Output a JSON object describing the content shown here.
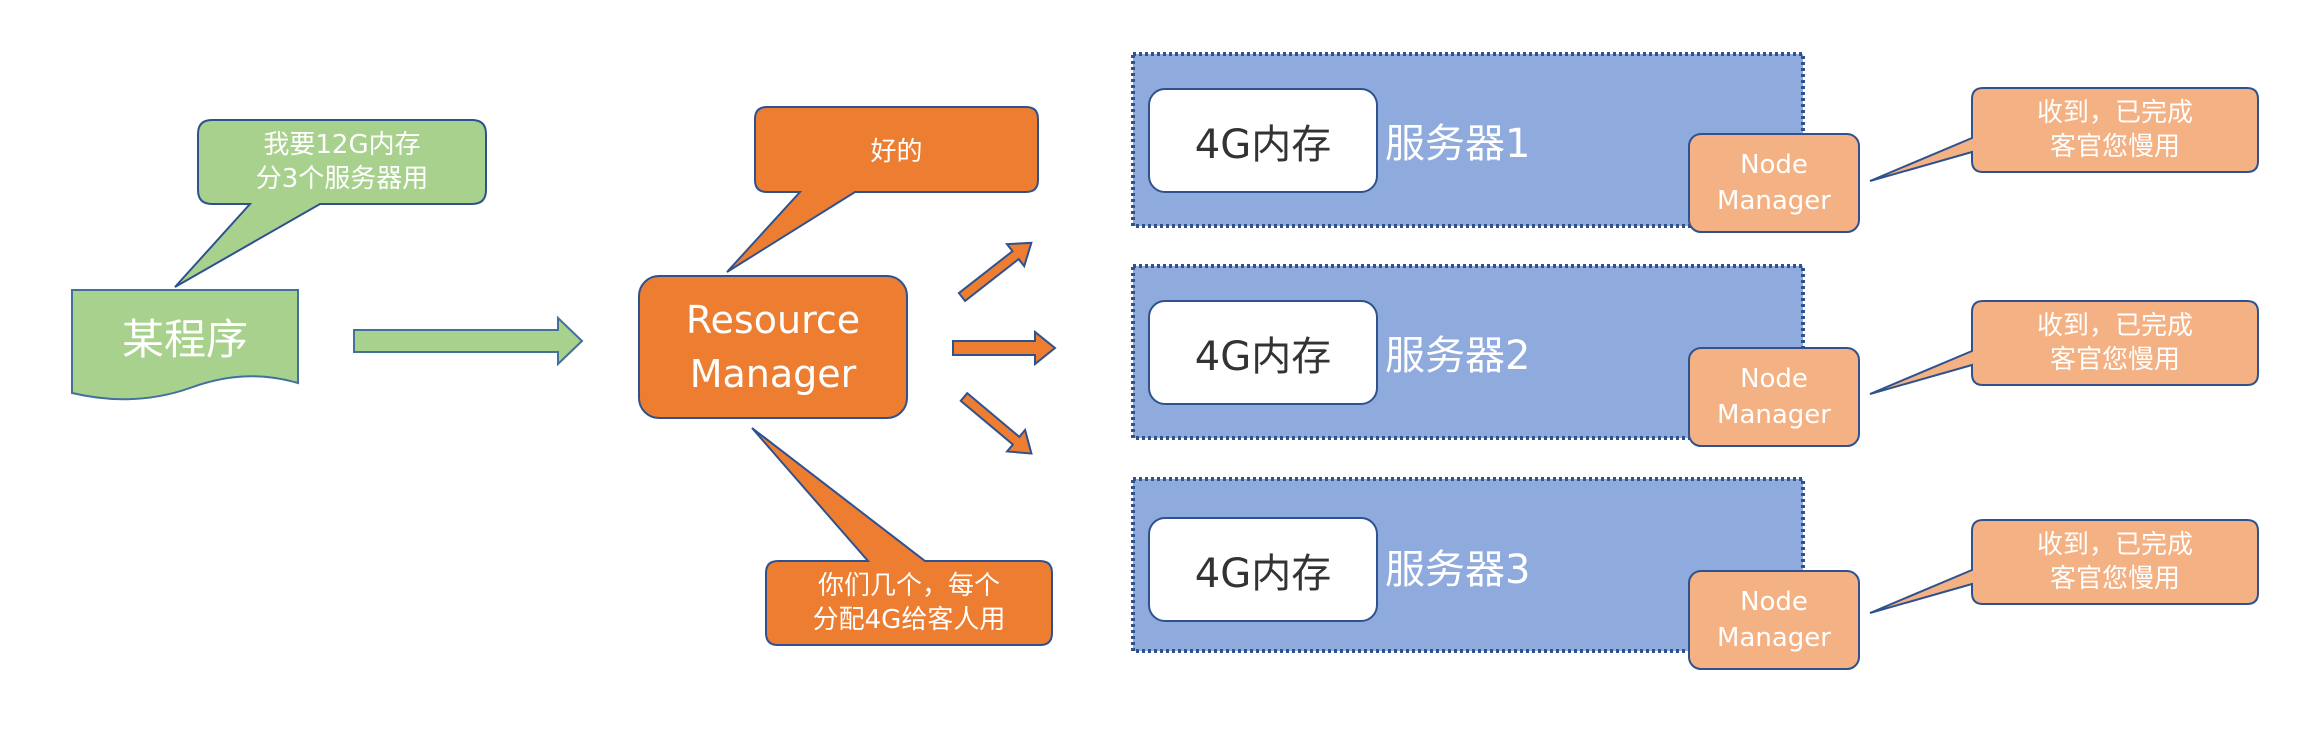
{
  "colors": {
    "green_fill": "#a9d18e",
    "green_stroke": "#41719c",
    "orange_fill": "#ed7d31",
    "orange_stroke": "#2f528f",
    "server_fill": "#8faadc",
    "server_border": "#2f528f",
    "peach_fill": "#f4b183",
    "white": "#ffffff",
    "text_dark": "#333333"
  },
  "program": {
    "label": "某程序",
    "callout": "我要12G内存\n分3个服务器用"
  },
  "resource_manager": {
    "label": "Resource\nManager",
    "reply_callout": "好的",
    "instruction_callout": "你们几个，每个\n分配4G给客人用"
  },
  "servers": [
    {
      "name": "服务器1",
      "memory_label": "4G内存",
      "node_manager_label": "Node\nManager",
      "reply_callout": "收到，已完成\n客官您慢用"
    },
    {
      "name": "服务器2",
      "memory_label": "4G内存",
      "node_manager_label": "Node\nManager",
      "reply_callout": "收到，已完成\n客官您慢用"
    },
    {
      "name": "服务器3",
      "memory_label": "4G内存",
      "node_manager_label": "Node\nManager",
      "reply_callout": "收到，已完成\n客官您慢用"
    }
  ]
}
